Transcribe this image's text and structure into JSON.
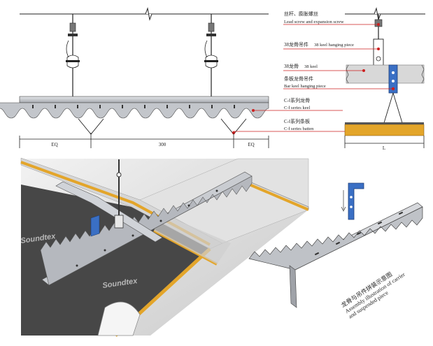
{
  "colors": {
    "leader": "#cc1f1f",
    "keel_metal": "#b9bcc1",
    "batten_gold": "#e3a52a",
    "batten_dark": "#4a4a4a",
    "hanger_blue": "#3a6fc4",
    "panel_gray": "#c8c8c8",
    "brand_gray": "#b5b5b5"
  },
  "labels": {
    "lead_screw_zh": "丝杆、膨胀螺丝",
    "lead_screw_en": "Lead screw and expansion screw",
    "keel38_hanging_zh": "38龙骨吊件",
    "keel38_hanging_en": "38 keel hanging piece",
    "keel38_zh": "38龙骨",
    "keel38_en": "38 keel",
    "bar_keel_hanging_zh": "条板龙骨吊件",
    "bar_keel_hanging_en": "Bar keel hanging piece",
    "c1_keel_zh": "C-Ⅰ系列龙骨",
    "c1_keel_en": "C-Ⅰ series keel",
    "c1_batten_zh": "C-Ⅰ系列条板",
    "c1_batten_en": "C-Ⅰ series batten"
  },
  "dimensions": {
    "eq_left": "EQ",
    "center": "300",
    "eq_right": "EQ",
    "side": "L"
  },
  "brand": {
    "name_1": "Soundtex",
    "name_2": "Soundtex"
  },
  "assembly": {
    "caption_zh": "龙骨与吊件拼装示意图",
    "caption_en_1": "Assembly illustration of carrier",
    "caption_en_2": "and suspended piece"
  }
}
